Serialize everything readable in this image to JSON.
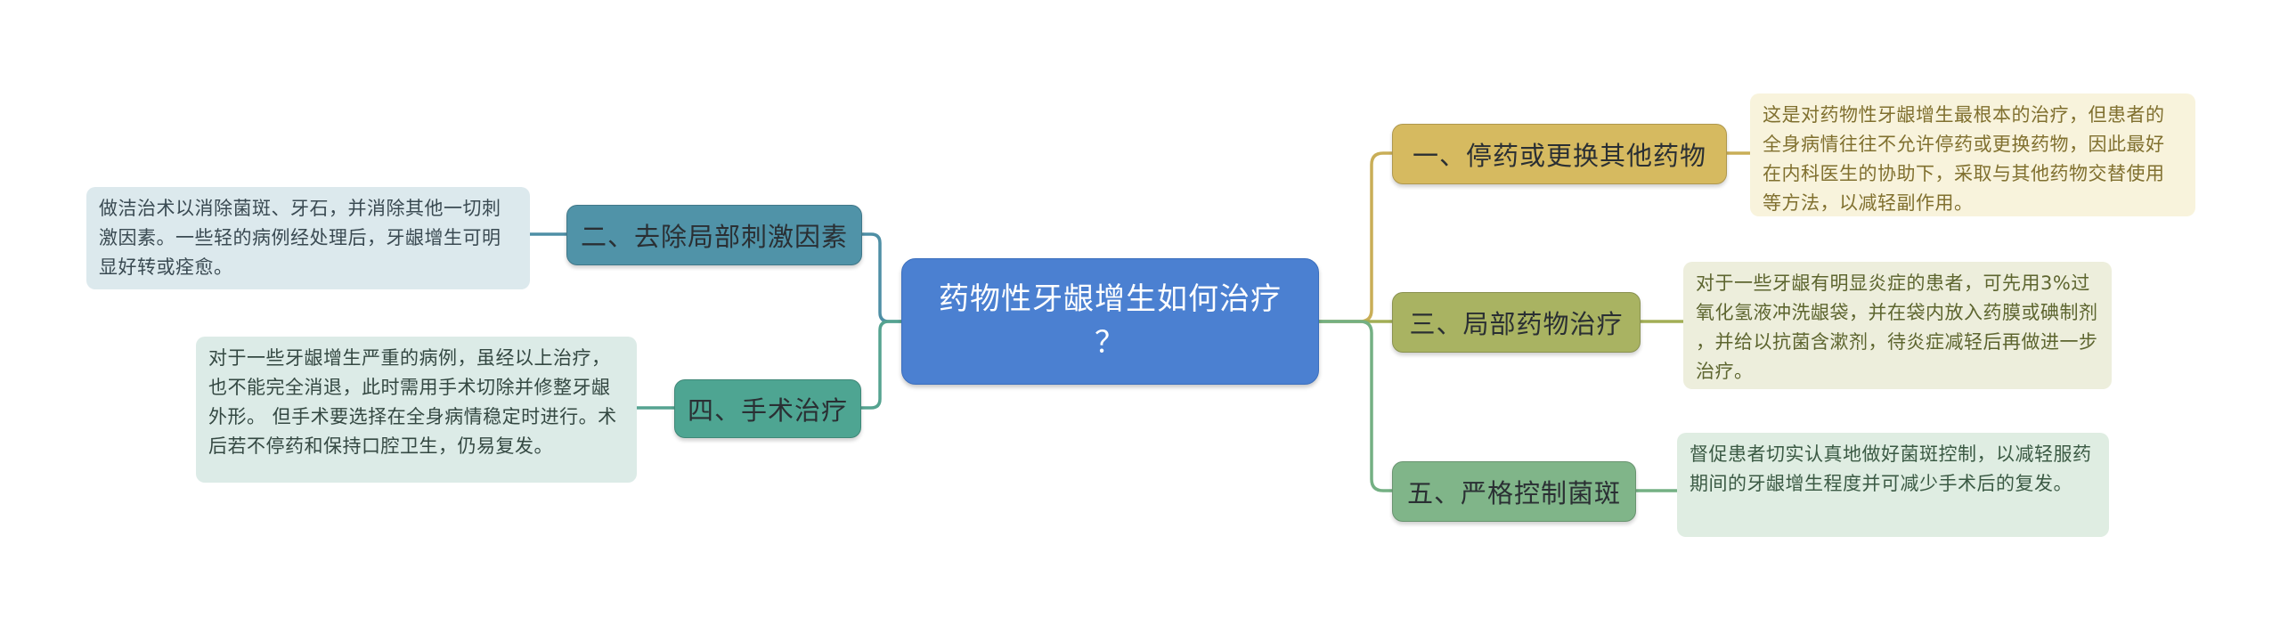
{
  "root": {
    "label": "药物性牙龈增生如何治疗？"
  },
  "branches": [
    {
      "key": "stop-drug",
      "label": "一、停药或更换其他药物",
      "note": "这是对药物性牙龈增生最根本的治疗，但患者的全身病情往往不允许停药或更换药物，因此最好在内科医生的协助下，采取与其他药物交替使用等方法，以减轻副作用。",
      "side": "right",
      "node_color": "#D6BA60",
      "note_bg": "#F8F3DC"
    },
    {
      "key": "remove-irritants",
      "label": "二、去除局部刺激因素",
      "note": "做洁治术以消除菌斑、牙石，并消除其他一切刺激因素。一些轻的病例经处理后，牙龈增生可明显好转或痊愈。",
      "side": "left",
      "node_color": "#5093A8",
      "note_bg": "#DCE9ED"
    },
    {
      "key": "local-drug",
      "label": "三、局部药物治疗",
      "note": "对于一些牙龈有明显炎症的患者，可先用3%过氧化氢液冲洗龈袋，并在袋内放入药膜或碘制剂，并给以抗菌含漱剂，待炎症减轻后再做进一步治疗。",
      "side": "right",
      "node_color": "#A9B362",
      "note_bg": "#EDEEDC"
    },
    {
      "key": "surgery",
      "label": "四、手术治疗",
      "note": "对于一些牙龈增生严重的病例，虽经以上治疗，也不能完全消退，此时需用手术切除并修整牙龈外形。 但手术要选择在全身病情稳定时进行。术后若不停药和保持口腔卫生，仍易复发。",
      "side": "left",
      "node_color": "#4EA592",
      "note_bg": "#DCEBE7"
    },
    {
      "key": "plaque-control",
      "label": "五、严格控制菌斑",
      "note": "督促患者切实认真地做好菌斑控制，以减轻服药期间的牙龈增生程度并可减少手术后的复发。",
      "side": "right",
      "node_color": "#80B589",
      "note_bg": "#DFEDE2"
    }
  ],
  "colors": {
    "root_fill": "#4B80D1",
    "root_text": "#FFFFFF",
    "line_teal": "#4E8FA5",
    "line_green_surgery": "#55A390",
    "line_gold": "#C9AE57",
    "line_olive": "#A2AE55",
    "line_green_plaque": "#74B083",
    "background": "#FFFFFF"
  }
}
